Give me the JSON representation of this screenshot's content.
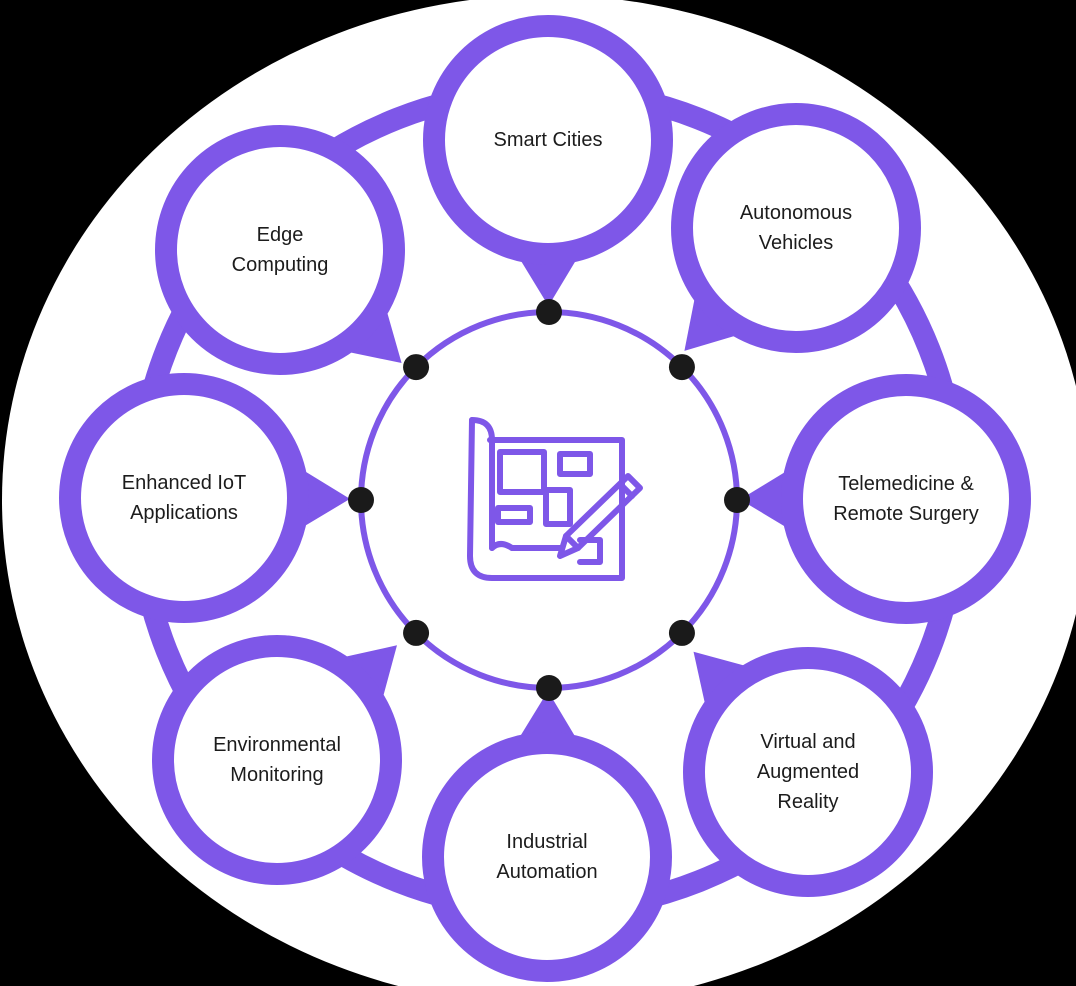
{
  "colors": {
    "accent": "#7e57e8",
    "background": "#000000",
    "disc": "#ffffff",
    "dot": "#1a1a1a",
    "text": "#1c1c1c"
  },
  "center": {
    "icon": "blueprint-pencil-icon"
  },
  "nodes": [
    {
      "id": "smart-cities",
      "label": "Smart Cities"
    },
    {
      "id": "autonomous-vehicles",
      "label": "Autonomous\nVehicles"
    },
    {
      "id": "telemedicine",
      "label": "Telemedicine &\nRemote Surgery"
    },
    {
      "id": "virtual-augmented-reality",
      "label": "Virtual and\nAugmented\nReality"
    },
    {
      "id": "industrial-automation",
      "label": "Industrial\nAutomation"
    },
    {
      "id": "environmental-monitoring",
      "label": "Environmental\nMonitoring"
    },
    {
      "id": "enhanced-iot",
      "label": "Enhanced IoT\nApplications"
    },
    {
      "id": "edge-computing",
      "label": "Edge\nComputing"
    }
  ]
}
